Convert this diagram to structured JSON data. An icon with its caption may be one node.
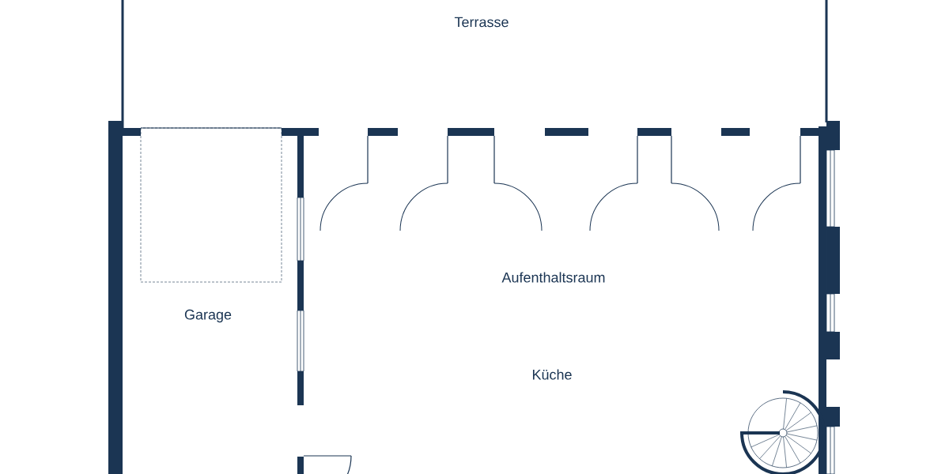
{
  "diagram": {
    "labels": [
      "Terrasse",
      "Aufenthaltsraum",
      "Garage",
      "Küche"
    ]
  }
}
